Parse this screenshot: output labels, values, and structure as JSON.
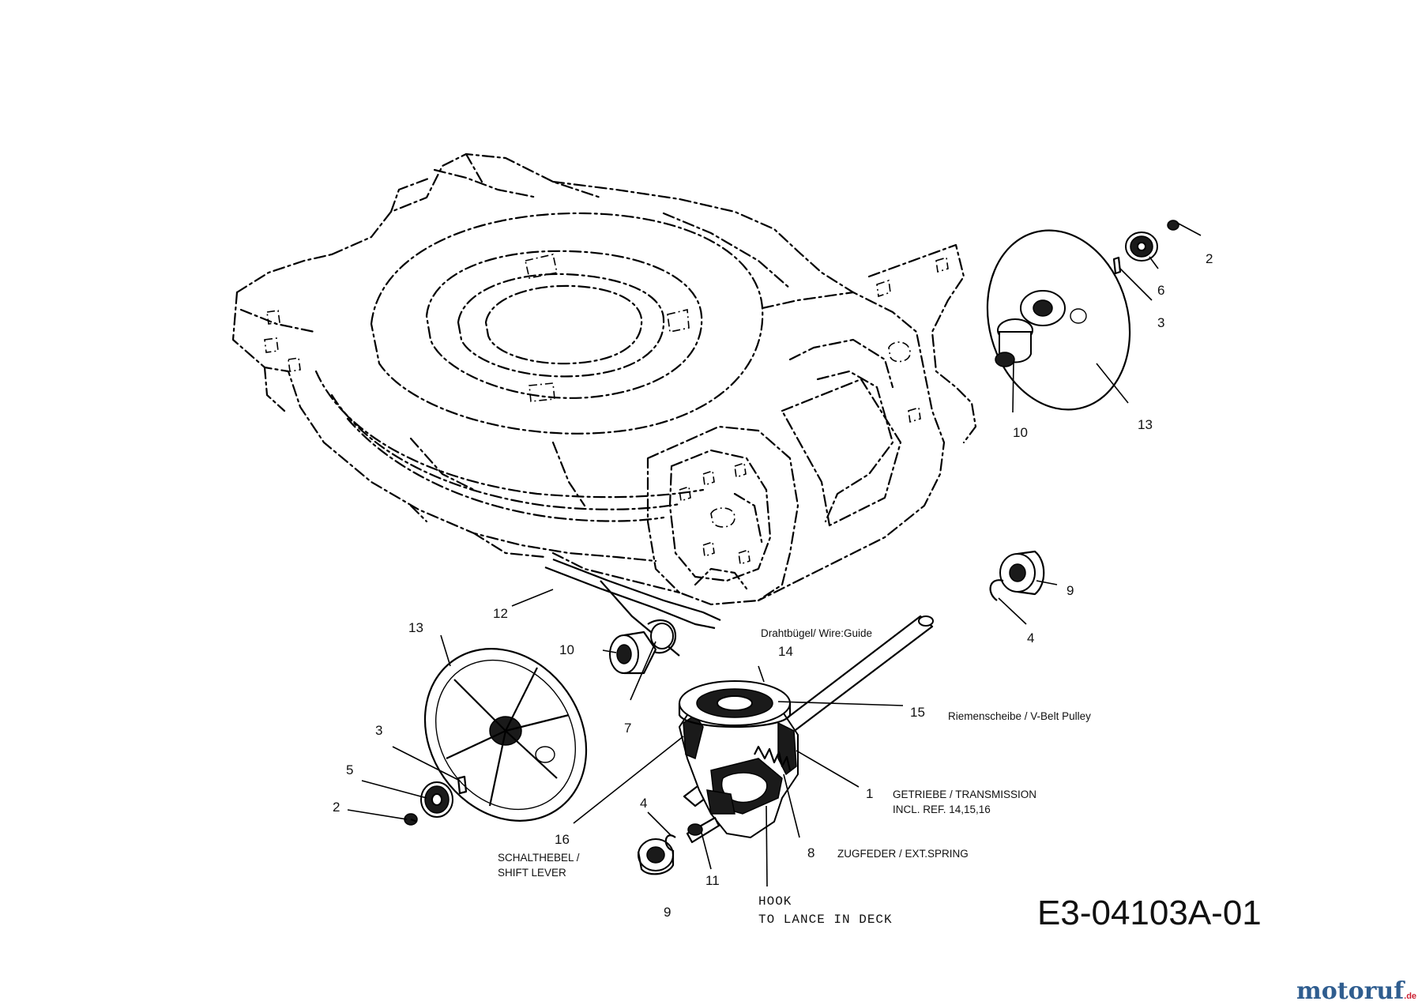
{
  "callouts": {
    "n1": "1",
    "n2a": "2",
    "n2b": "2",
    "n3a": "3",
    "n3b": "3",
    "n4a": "4",
    "n4b": "4",
    "n5": "5",
    "n6": "6",
    "n7": "7",
    "n8": "8",
    "n9a": "9",
    "n9b": "9",
    "n10a": "10",
    "n10b": "10",
    "n11": "11",
    "n12": "12",
    "n13a": "13",
    "n13b": "13",
    "n14": "14",
    "n15": "15",
    "n16": "16"
  },
  "labels": {
    "wire_guide": "Drahtbügel/ Wire:Guide",
    "pulley": "Riemenscheibe / V-Belt Pulley",
    "transmission_1": "GETRIEBE / TRANSMISSION",
    "transmission_2": "INCL. REF. 14,15,16",
    "spring": "ZUGFEDER / EXT.SPRING",
    "shift_1": "SCHALTHEBEL /",
    "shift_2": "SHIFT LEVER",
    "hook_1": "HOOK",
    "hook_2": "TO LANCE IN DECK"
  },
  "drawing_code": "E3-04103A-01",
  "watermark": {
    "brand": "motoruf",
    "suffix": ".de",
    "color": "#2f5d8f"
  }
}
